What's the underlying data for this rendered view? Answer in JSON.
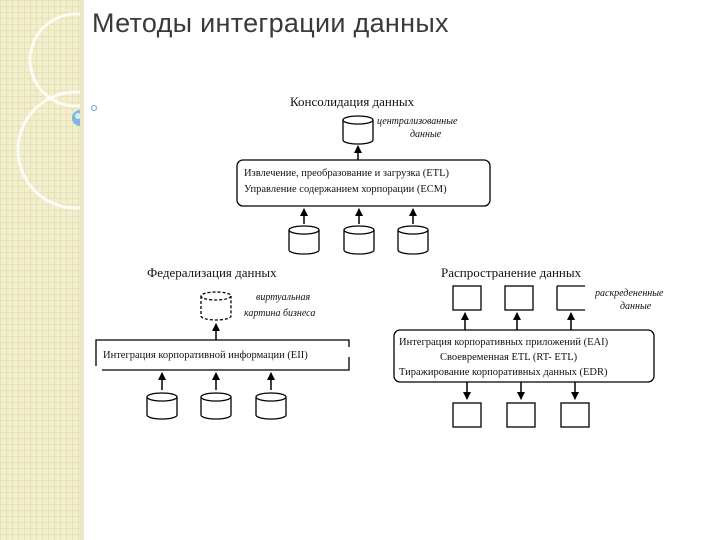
{
  "slide": {
    "title": "Методы интеграции данных"
  },
  "consolidation": {
    "heading": "Консолидация данных",
    "store_label_1": "централизованные",
    "store_label_2": "данные",
    "box_line_1": "Извлечение, преобразование и загрузка (ETL)",
    "box_line_2": "Управление содержанием хорпорации (ECM)"
  },
  "federation": {
    "heading": "Федерализация данных",
    "virtual_label_1": "виртуальная",
    "virtual_label_2": "картина бизнеса",
    "box_line_1": "Интеграция корпоративной информации (EII)"
  },
  "propagation": {
    "heading": "Распространение данных",
    "store_label_1": "раскредененные",
    "store_label_2": "данные",
    "box_line_1": "Интеграция корпоративных приложений (EAI)",
    "box_line_2": "Своевременная ETL (RT- ETL)",
    "box_line_3": "Тиражирование корпоративных данных (EDR)"
  }
}
